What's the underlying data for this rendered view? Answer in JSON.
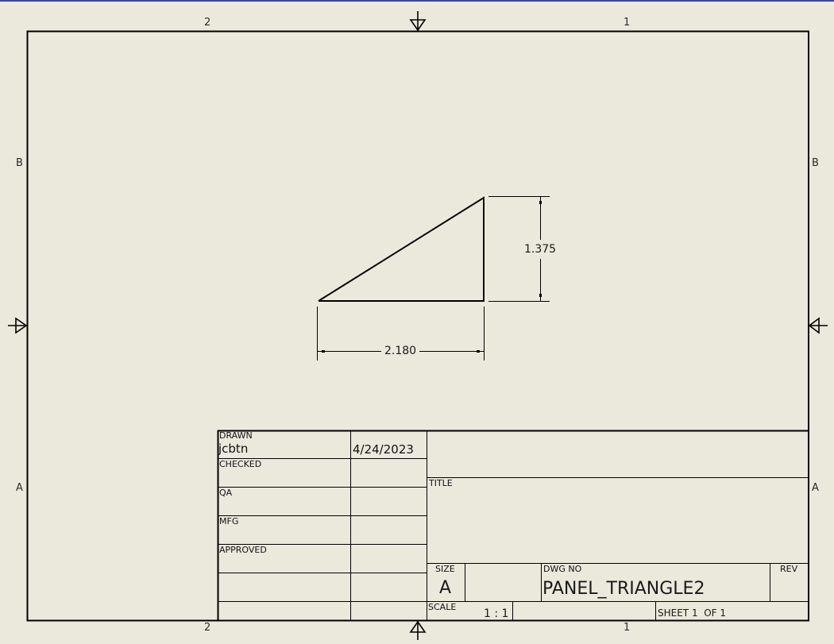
{
  "sheet": {
    "background": "#ebe9dc",
    "border_color": "#000000",
    "zone_labels": {
      "top": [
        "2",
        "1"
      ],
      "bottom": [
        "2",
        "1"
      ],
      "left": [
        "B",
        "A"
      ],
      "right": [
        "B",
        "A"
      ]
    },
    "center_marks": [
      "top-center-mark",
      "bottom-center-mark",
      "left-center-mark",
      "right-center-mark"
    ]
  },
  "drawing": {
    "shape": "right-triangle",
    "dimensions": {
      "width": "2.180",
      "height": "1.375"
    }
  },
  "title_block": {
    "drawn_label": "DRAWN",
    "drawn_by": "jcbtn",
    "drawn_date": "4/24/2023",
    "checked_label": "CHECKED",
    "qa_label": "QA",
    "mfg_label": "MFG",
    "approved_label": "APPROVED",
    "title_label": "TITLE",
    "title_value": "",
    "size_label": "SIZE",
    "size_value": "A",
    "dwg_no_label": "DWG NO",
    "dwg_no_value": "PANEL_TRIANGLE2",
    "rev_label": "REV",
    "rev_value": "",
    "scale_label": "SCALE",
    "scale_value": "1 : 1",
    "sheet_label": "SHEET 1  OF 1"
  }
}
